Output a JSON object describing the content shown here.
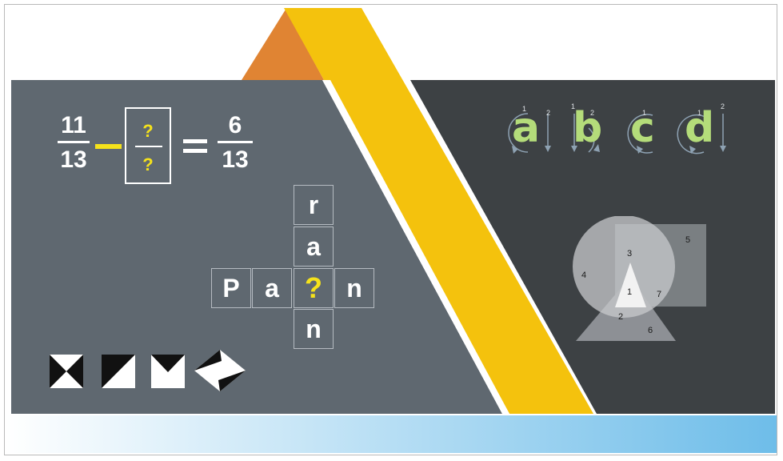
{
  "colors": {
    "left_panel": "#5f6870",
    "right_panel": "#3d4144",
    "yellow_stripe": "#f4c20d",
    "orange_triangle": "#e08433",
    "question_mark": "#f5e21b",
    "letter_green": "#b4dc7a",
    "bottom_gradient_start": "#ffffff",
    "bottom_gradient_end": "#6ebde9"
  },
  "fraction_puzzle": {
    "left_fraction": {
      "numerator": "11",
      "denominator": "13"
    },
    "unknown_fraction": {
      "numerator": "?",
      "denominator": "?"
    },
    "right_fraction": {
      "numerator": "6",
      "denominator": "13"
    }
  },
  "word_puzzle": {
    "vertical": [
      "r",
      "a",
      "?",
      "n"
    ],
    "horizontal": [
      "P",
      "a",
      "?",
      "n"
    ]
  },
  "letter_puzzle": {
    "letters": [
      {
        "char": "a",
        "strokes": [
          "1",
          "2"
        ]
      },
      {
        "char": "b",
        "strokes": [
          "1",
          "2"
        ]
      },
      {
        "char": "c",
        "strokes": [
          "1"
        ]
      },
      {
        "char": "d",
        "strokes": [
          "1",
          "2"
        ]
      }
    ]
  },
  "shape_puzzle": {
    "regions": [
      "1",
      "2",
      "3",
      "4",
      "5",
      "6",
      "7"
    ]
  },
  "pattern_tiles": {
    "icons": [
      "bowtie-tile-icon",
      "diagonal-tile-icon",
      "chevron-tile-icon",
      "rotated-tile-icon"
    ]
  }
}
